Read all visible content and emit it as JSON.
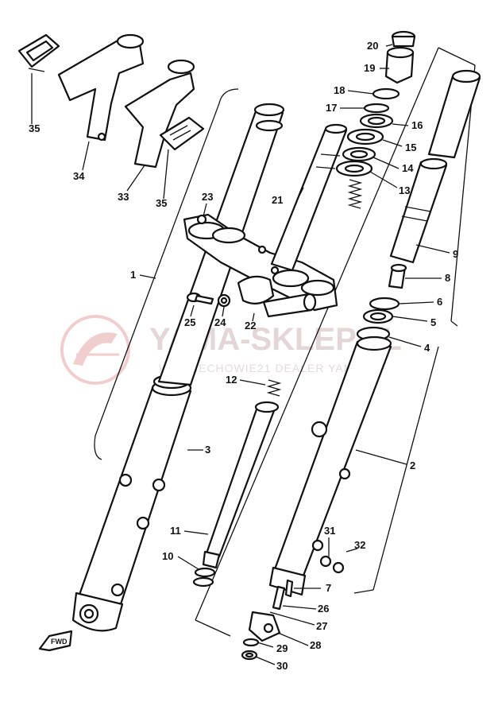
{
  "watermark": {
    "title": "YAMA-SKLEP.PL",
    "subtitle": "WOJCIECHOWIE21 DEALER YAMAHA",
    "logo_color": "#e6a7a7",
    "text_color": "#d9c9c9"
  },
  "direction_marker": {
    "label": "FWD"
  },
  "callouts": [
    {
      "id": "1",
      "label": "1"
    },
    {
      "id": "2",
      "label": "2"
    },
    {
      "id": "3",
      "label": "3"
    },
    {
      "id": "4",
      "label": "4"
    },
    {
      "id": "5",
      "label": "5"
    },
    {
      "id": "6",
      "label": "6"
    },
    {
      "id": "7",
      "label": "7"
    },
    {
      "id": "8",
      "label": "8"
    },
    {
      "id": "9",
      "label": "9"
    },
    {
      "id": "10",
      "label": "10"
    },
    {
      "id": "11",
      "label": "11"
    },
    {
      "id": "12",
      "label": "12"
    },
    {
      "id": "13",
      "label": "13"
    },
    {
      "id": "14",
      "label": "14"
    },
    {
      "id": "15",
      "label": "15"
    },
    {
      "id": "16",
      "label": "16"
    },
    {
      "id": "17",
      "label": "17"
    },
    {
      "id": "18",
      "label": "18"
    },
    {
      "id": "19",
      "label": "19"
    },
    {
      "id": "20",
      "label": "20"
    },
    {
      "id": "21",
      "label": "21"
    },
    {
      "id": "22",
      "label": "22"
    },
    {
      "id": "23",
      "label": "23"
    },
    {
      "id": "24",
      "label": "24"
    },
    {
      "id": "25",
      "label": "25"
    },
    {
      "id": "26",
      "label": "26"
    },
    {
      "id": "27",
      "label": "27"
    },
    {
      "id": "28",
      "label": "28"
    },
    {
      "id": "29",
      "label": "29"
    },
    {
      "id": "30",
      "label": "30"
    },
    {
      "id": "31",
      "label": "31"
    },
    {
      "id": "32",
      "label": "32"
    },
    {
      "id": "33",
      "label": "33"
    },
    {
      "id": "34",
      "label": "34"
    },
    {
      "id": "35a",
      "label": "35"
    },
    {
      "id": "35b",
      "label": "35"
    }
  ]
}
